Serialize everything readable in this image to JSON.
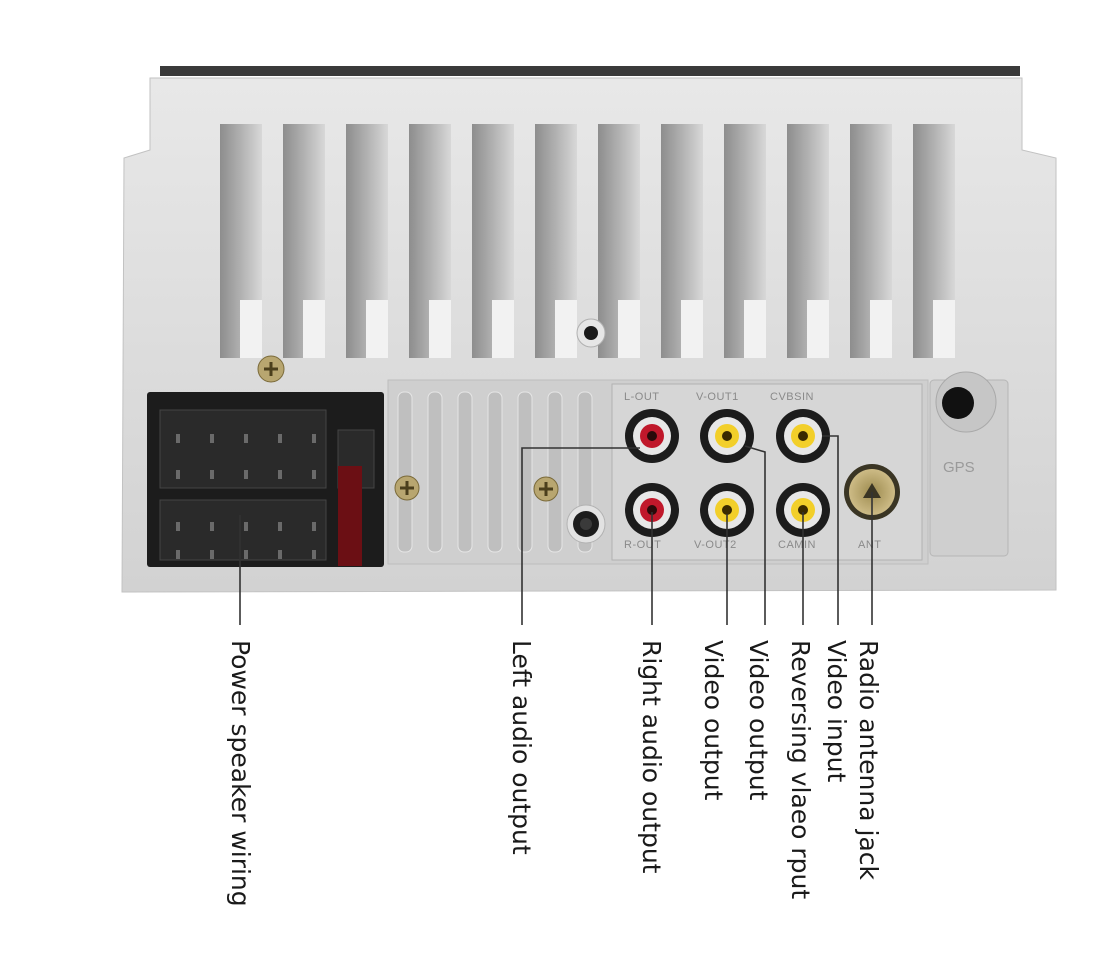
{
  "panel_labels": {
    "l_out": "L-OUT",
    "v_out1": "V-OUT1",
    "cvbsin": "CVBSIN",
    "r_out": "R-OUT",
    "v_out2": "V-OUT2",
    "camin": "CAMIN",
    "ant": "ANT",
    "gps": "GPS"
  },
  "callouts": {
    "power_speaker_wiring": "Power speaker wiring",
    "left_audio_output": "Left audio output",
    "right_audio_output": "Right audio output",
    "video_output_2": "Video output",
    "video_output_1": "Video output",
    "reversing_video_input": "Reversing vlaeo rput",
    "video_input": "Video input",
    "radio_antenna_jack": "Radio antenna jack"
  },
  "colors": {
    "chassis": "#d9d9d9",
    "rca_red": "#c0182b",
    "rca_yellow": "#f2cf2a",
    "connector": "#1c1c1c",
    "antenna_gold": "#b9a66a"
  }
}
